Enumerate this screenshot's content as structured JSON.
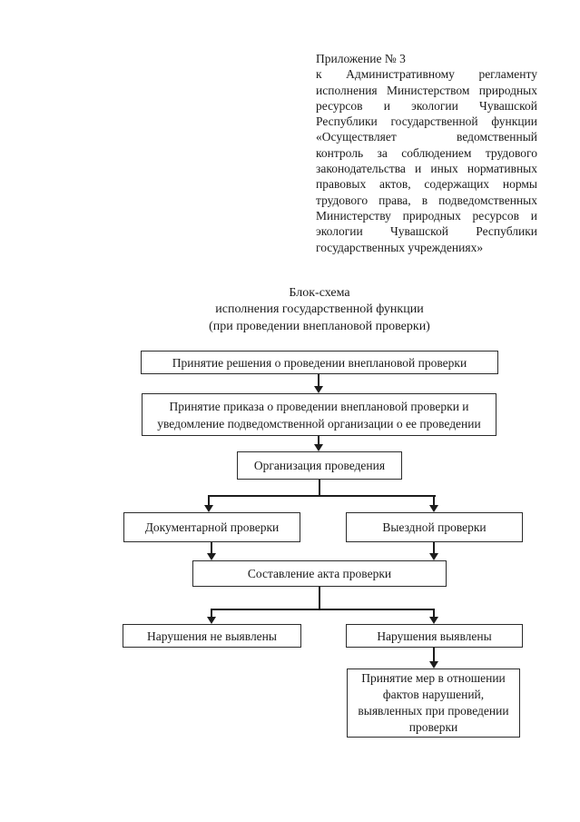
{
  "header": {
    "lines": [
      "Приложение № 3",
      "к Административному регламенту",
      "исполнения Министерством природных",
      "ресурсов и экологии Чувашской",
      "Республики государственной функции",
      "«Осуществляет ведомственный",
      "контроль за соблюдением трудового",
      "законодательства и иных нормативных",
      "правовых актов, содержащих нормы",
      "трудового права, в подведомственных",
      "Министерству природных ресурсов и",
      "экологии Чувашской Республики",
      "государственных учреждениях»"
    ]
  },
  "title": {
    "lines": [
      "Блок-схема",
      "исполнения государственной функции",
      "(при проведении внеплановой проверки)"
    ]
  },
  "flowchart": {
    "boxes": {
      "decision": "Принятие решения о проведении внеплановой проверки",
      "order_line1": "Принятие приказа о проведении внеплановой проверки и",
      "order_line2": "уведомление подведомственной организации о ее проведении",
      "organization": "Организация проведения",
      "documentary": "Документарной проверки",
      "field": "Выездной проверки",
      "act": "Составление акта проверки",
      "no_violations": "Нарушения не выявлены",
      "violations": "Нарушения выявлены",
      "measures_line1": "Принятие мер в отношении",
      "measures_line2": "фактов нарушений,",
      "measures_line3": "выявленных при проведении",
      "measures_line4": "проверки"
    },
    "colors": {
      "background": "#ffffff",
      "box_border": "#2b2b2b",
      "connector_line": "#1c1c1c",
      "text": "#1a1a1a"
    }
  }
}
